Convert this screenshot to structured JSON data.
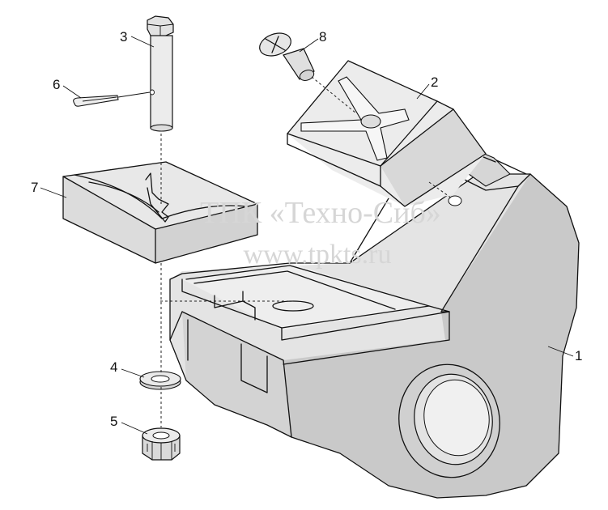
{
  "watermark": {
    "line1": "ТПК «Техно-Сиб»",
    "line2": "www.tpkts.ru"
  },
  "callouts": [
    "1",
    "2",
    "3",
    "4",
    "5",
    "6",
    "7",
    "8"
  ]
}
